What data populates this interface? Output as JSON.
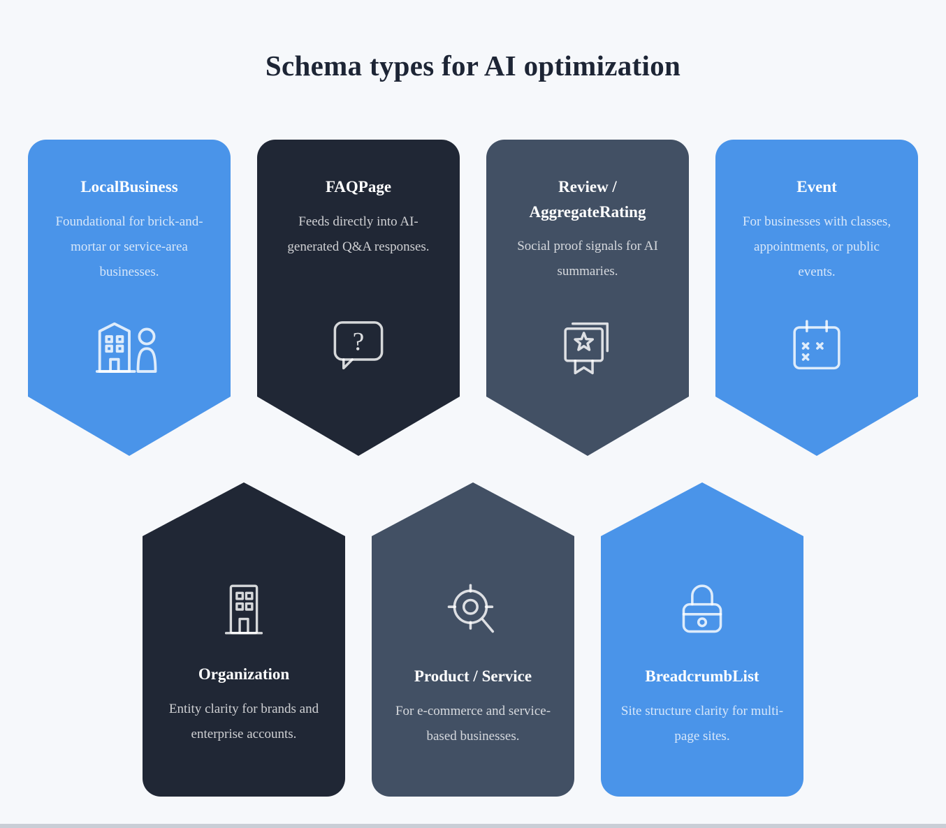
{
  "page": {
    "title": "Schema types for AI optimization"
  },
  "colors": {
    "blue": "#4a94e9",
    "navy": "#202735",
    "slate": "#425064",
    "background": "#f6f8fb",
    "title_text": "#1d2535",
    "card_text": "#ffffff",
    "bottom_strip": "#c9ced6"
  },
  "cards": [
    {
      "title": "LocalBusiness",
      "description": "Foundational for brick-and-mortar or service-area businesses.",
      "color": "blue",
      "icon": "localbusiness-icon",
      "row": "top"
    },
    {
      "title": "FAQPage",
      "description": "Feeds directly into AI-generated Q&A responses.",
      "color": "navy",
      "icon": "faqpage-icon",
      "row": "top"
    },
    {
      "title": "Review / AggregateRating",
      "description": "Social proof signals for AI summaries.",
      "color": "slate",
      "icon": "review-rating-icon",
      "row": "top"
    },
    {
      "title": "Event",
      "description": "For businesses with classes, appointments, or public events.",
      "color": "blue",
      "icon": "event-calendar-icon",
      "row": "top"
    },
    {
      "title": "Organization",
      "description": "Entity clarity for brands and enterprise accounts.",
      "color": "navy",
      "icon": "organization-icon",
      "row": "bottom"
    },
    {
      "title": "Product / Service",
      "description": "For e-commerce and service-based businesses.",
      "color": "slate",
      "icon": "product-service-icon",
      "row": "bottom"
    },
    {
      "title": "BreadcrumbList",
      "description": "Site structure clarity for multi-page sites.",
      "color": "blue",
      "icon": "breadcrumblist-icon",
      "row": "bottom"
    }
  ]
}
